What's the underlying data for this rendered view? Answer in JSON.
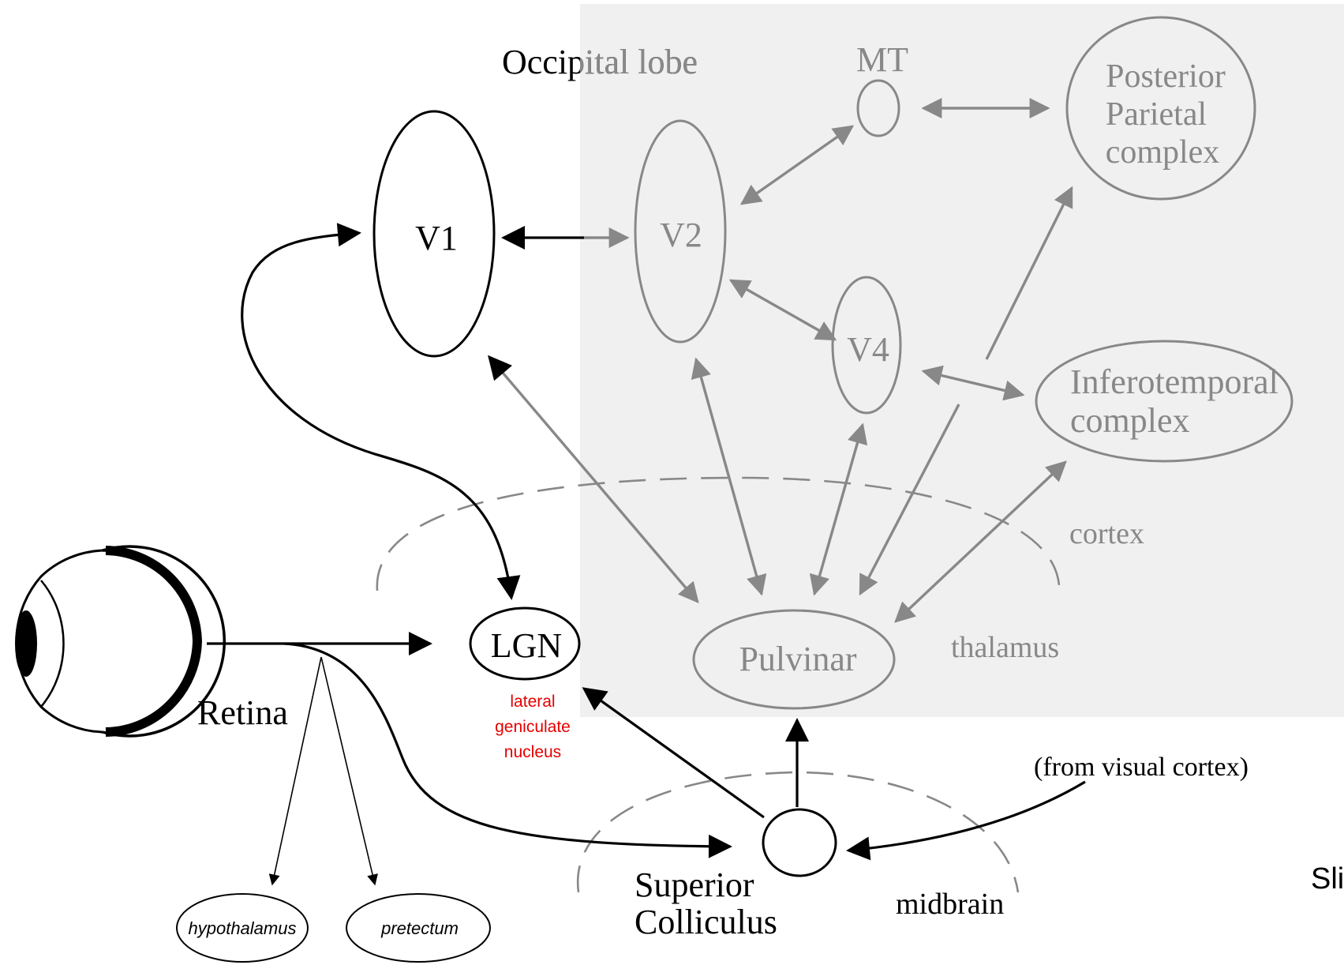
{
  "regions": {
    "occipital": "Occipital lobe",
    "cortex": "cortex",
    "thalamus": "thalamus",
    "midbrain": "midbrain"
  },
  "areas": {
    "v1": "V1",
    "v2": "V2",
    "v4": "V4",
    "mt": "MT",
    "posterior_parietal": [
      "Posterior",
      "Parietal",
      "complex"
    ],
    "inferotemporal": [
      "Inferotemporal",
      "complex"
    ]
  },
  "structures": {
    "lgn": "LGN",
    "lgn_full": [
      "lateral",
      "geniculate",
      "nucleus"
    ],
    "pulvinar": "Pulvinar",
    "superior_colliculus": [
      "Superior",
      "Colliculus"
    ],
    "retina": "Retina",
    "hypothalamus": "hypothalamus",
    "pretectum": "pretectum"
  },
  "annotations": {
    "from_visual_cortex": "(from visual cortex)",
    "cropped_text": "Sli"
  },
  "colors": {
    "highlight_panel": "#f0f0f0",
    "gray_ink": "#888888",
    "black_ink": "#000000",
    "lgn_caption": "#e60000"
  }
}
